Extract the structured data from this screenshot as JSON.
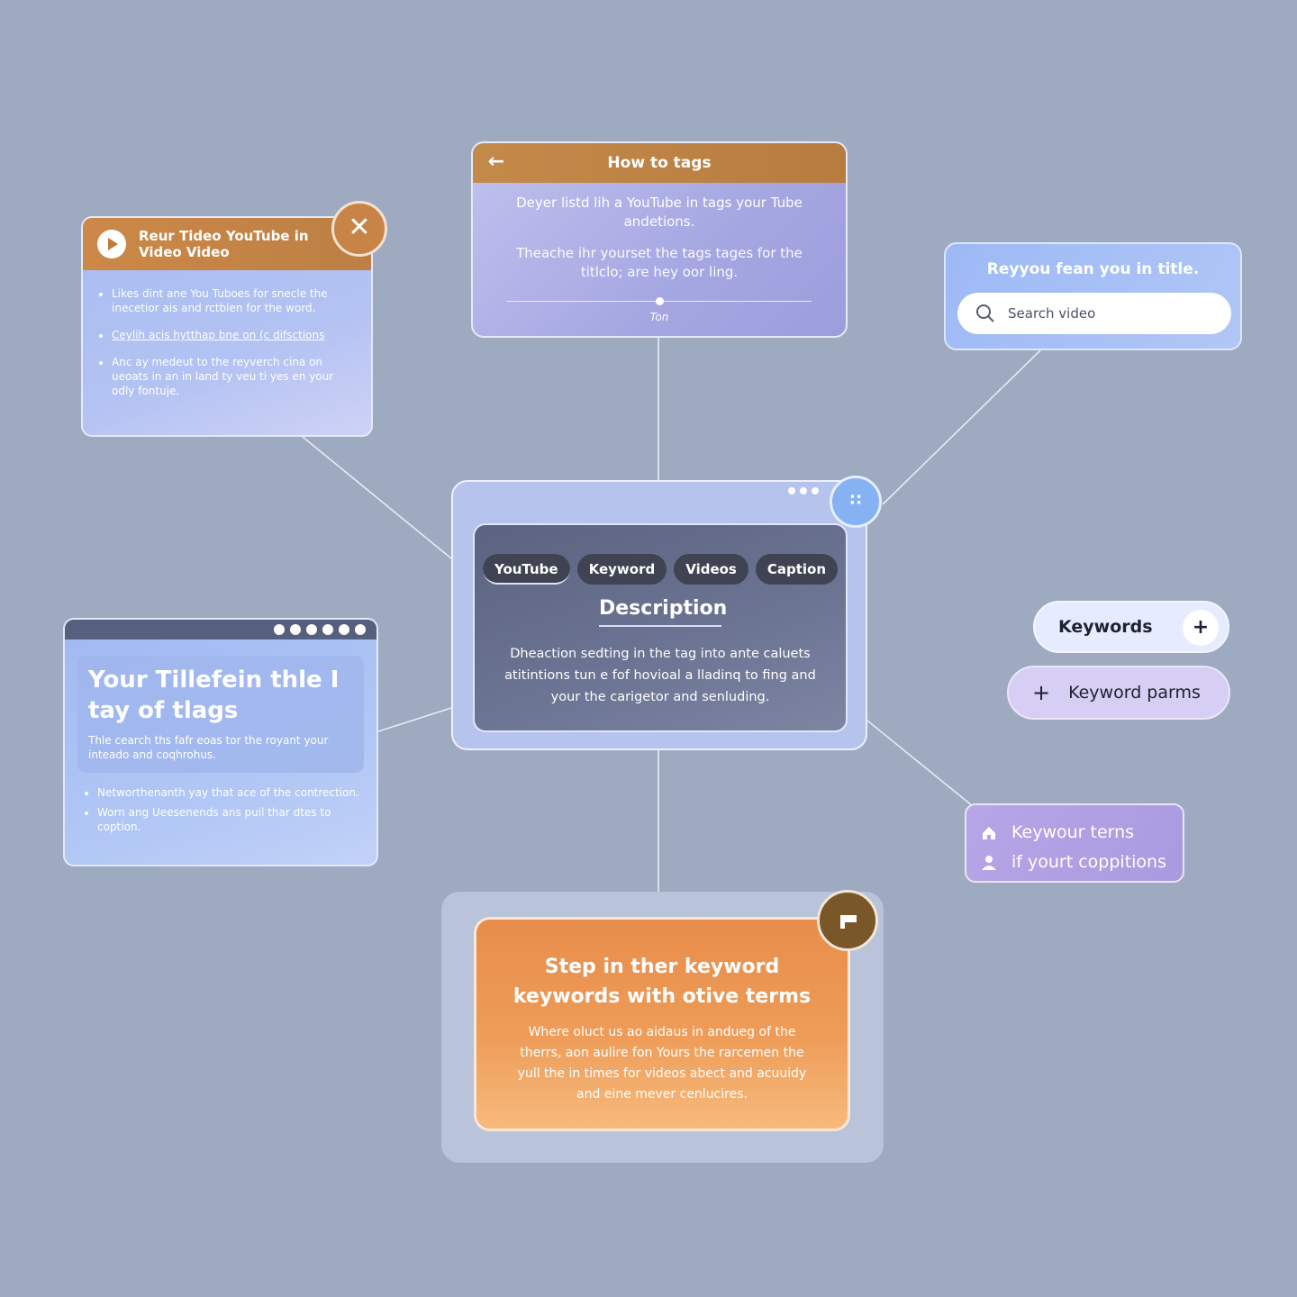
{
  "howto": {
    "title": "How to tags",
    "line1": "Deyer listd lih a YouTube in tags your Tube andetions.",
    "line2": "Theache ihr yourset the tags tages for the titlclo; are hey oor ling.",
    "slider_caption": "Ton",
    "slider_value": 0.5
  },
  "video": {
    "title": "Reur Tideo YouTube in Video Video",
    "bullets": [
      "Likes dint ane You Tuboes for snecle the inecetior ais and rctblen for the word.",
      "Ceylih acis hytthap bne on (c difsctions",
      "Anc ay medeut to the reyverch cina on ueoats in an in land ty veu ti yes en your odly fontuje."
    ]
  },
  "search": {
    "title": "Reyyou fean you in title.",
    "placeholder": "Search video"
  },
  "center": {
    "tags": [
      "YouTube",
      "Keyword",
      "Videos",
      "Caption"
    ],
    "heading": "Description",
    "description": "Dheaction sedting in the tag into ante caluets atitintions tun e fof hovioal a lladinq to fing and your the carigetor and senluding."
  },
  "left": {
    "big": "Your Tillefein thle I tay of tlags",
    "small": "Thle cearch ths fafr eoas tor the royant your inteado and coqhrohus.",
    "bullets": [
      "Networthenanth yay that ace of the contrection.",
      "Worn ang Ueesenends ans puil thar dtes to coption."
    ]
  },
  "chips": {
    "keywords": "Keywords",
    "params": "Keyword parms"
  },
  "terms": {
    "line1": "Keywour terns",
    "line2": "if yourt coppitions"
  },
  "step": {
    "title": "Step in ther keyword keywords with otive terms",
    "body": "Where oluct us ao aidaus in andueg of the therrs, aon aulire fon Yours the rarcemen the yull the in times for videos abect and acuuidy and eine mever cenlucires."
  },
  "colors": {
    "background": "#9eaac0",
    "orange": "#e88d4b",
    "header_brown": "#c38a4a",
    "tag_dark": "#3f4352",
    "accent_blue": "#86b2f4"
  }
}
